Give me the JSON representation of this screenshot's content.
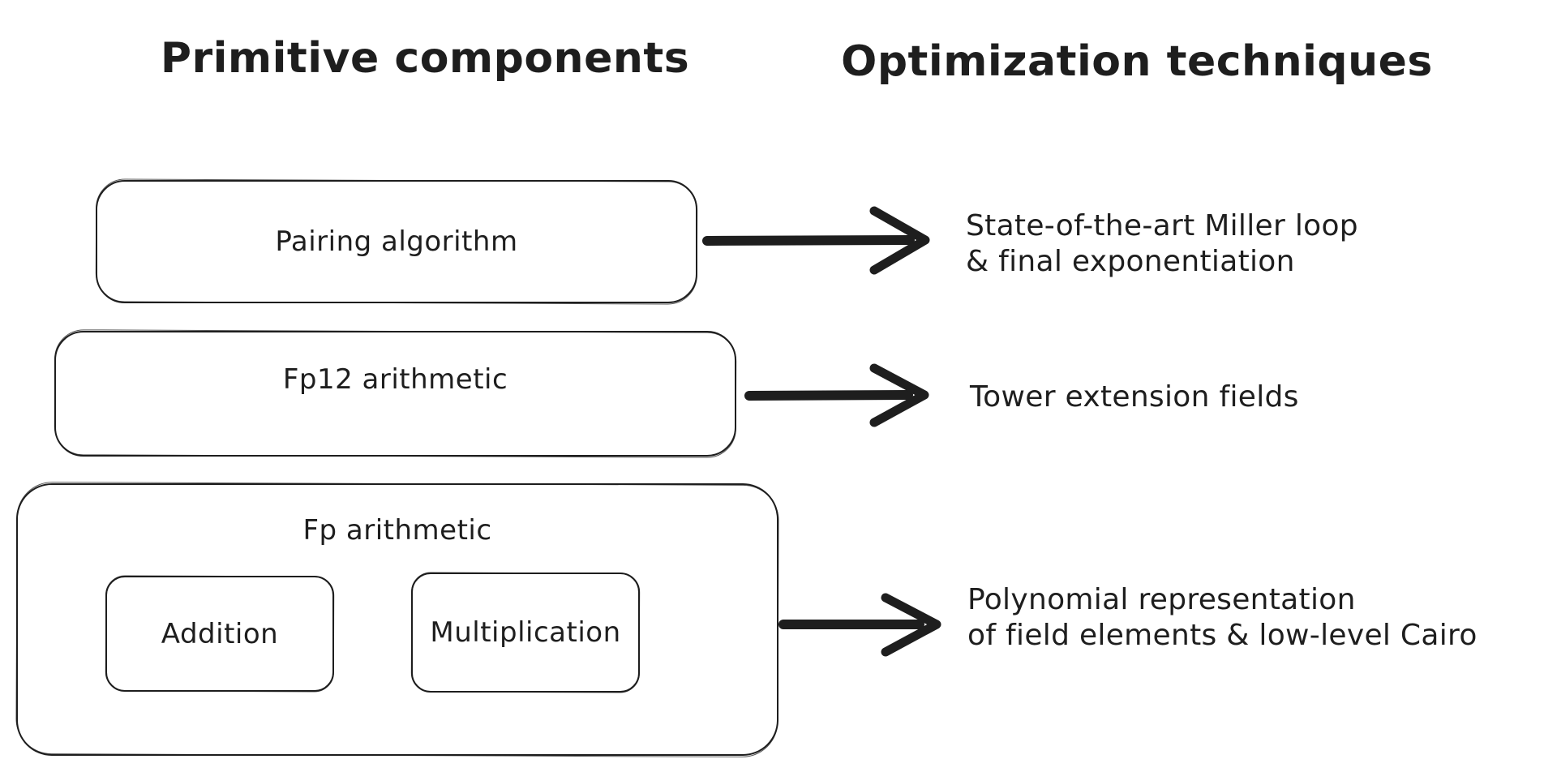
{
  "colors": {
    "background": "#ffffff",
    "ink": "#1e1e1e"
  },
  "headers": {
    "primitive": "Primitive components",
    "optimization": "Optimization techniques"
  },
  "boxes": {
    "pairing": {
      "label": "Pairing algorithm"
    },
    "fp12": {
      "label": "Fp12 arithmetic"
    },
    "fp": {
      "label": "Fp arithmetic",
      "children": {
        "addition": "Addition",
        "multiplication": "Multiplication"
      }
    }
  },
  "techniques": {
    "pairing": {
      "line1": "State-of-the-art Miller loop",
      "line2": "& final exponentiation"
    },
    "fp12": {
      "line1": "Tower extension fields"
    },
    "fp": {
      "line1": "Polynomial representation",
      "line2": "of field elements & low-level Cairo"
    }
  },
  "connections": [
    {
      "from": "Pairing algorithm",
      "to": "State-of-the-art Miller loop & final exponentiation"
    },
    {
      "from": "Fp12 arithmetic",
      "to": "Tower extension fields"
    },
    {
      "from": "Fp arithmetic",
      "to": "Polynomial representation of field elements & low-level Cairo"
    }
  ]
}
